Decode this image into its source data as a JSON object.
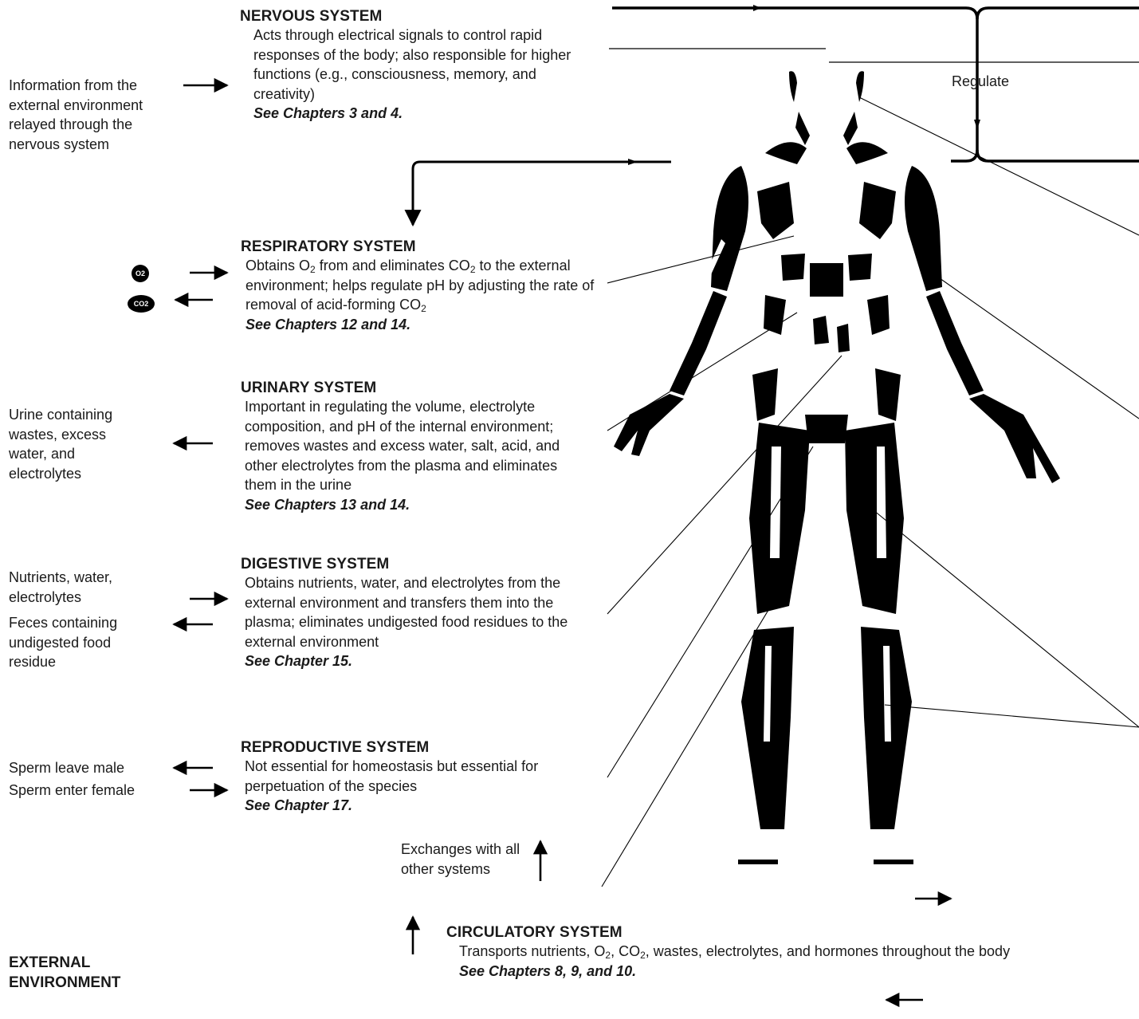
{
  "left_notes": {
    "external_info": "Information from the external environment relayed through the nervous system",
    "urine": "Urine containing wastes, excess water, and electrolytes",
    "nutrients": "Nutrients, water, electrolytes",
    "feces": "Feces containing undigested food residue",
    "sperm_leave": "Sperm leave male",
    "sperm_enter": "Sperm enter female",
    "exchanges": "Exchanges with all other systems",
    "external_environment": "EXTERNAL ENVIRONMENT"
  },
  "gas_icons": {
    "o2_symbol": "O2",
    "co2_symbol": "CO2"
  },
  "nervous": {
    "title": "NERVOUS SYSTEM",
    "desc": "Acts through electrical signals to control rapid responses of the body; also responsible for higher functions (e.g., consciousness, memory, and creativity)",
    "ref": "See Chapters 3 and 4."
  },
  "respiratory": {
    "title": "RESPIRATORY SYSTEM",
    "desc_1": "Obtains O",
    "desc_sub_1": "2",
    "desc_2": " from and eliminates CO",
    "desc_sub_2": "2",
    "desc_3": " to the external environment; helps regulate pH by adjusting the rate of removal of acid-forming CO",
    "desc_sub_3": "2",
    "ref": "See Chapters 12 and 14."
  },
  "urinary": {
    "title": "URINARY SYSTEM",
    "desc": "Important in regulating the volume, electrolyte composition, and pH of the internal environment; removes wastes and excess water, salt, acid, and other electrolytes from the plasma and eliminates them in the urine",
    "ref": "See Chapters 13 and 14."
  },
  "digestive": {
    "title": "DIGESTIVE SYSTEM",
    "desc": "Obtains nutrients, water, and electrolytes from the external environment and transfers them into the plasma; eliminates undigested food residues to the external environment",
    "ref": "See Chapter 15."
  },
  "reproductive": {
    "title": "REPRODUCTIVE SYSTEM",
    "desc": "Not essential for homeostasis but essential for perpetuation of the species",
    "ref": "See Chapter 17."
  },
  "circulatory": {
    "title": "CIRCULATORY SYSTEM",
    "desc_1": "Transports nutrients, O",
    "desc_sub_1": "2",
    "desc_2": ", CO",
    "desc_sub_2": "2",
    "desc_3": ", wastes, electrolytes, and hormones throughout the body",
    "ref": "See Chapters 8, 9, and 10."
  },
  "regulate_label": "Regulate",
  "colors": {
    "ink": "#000000",
    "text": "#1a1a1a",
    "background": "#ffffff"
  }
}
